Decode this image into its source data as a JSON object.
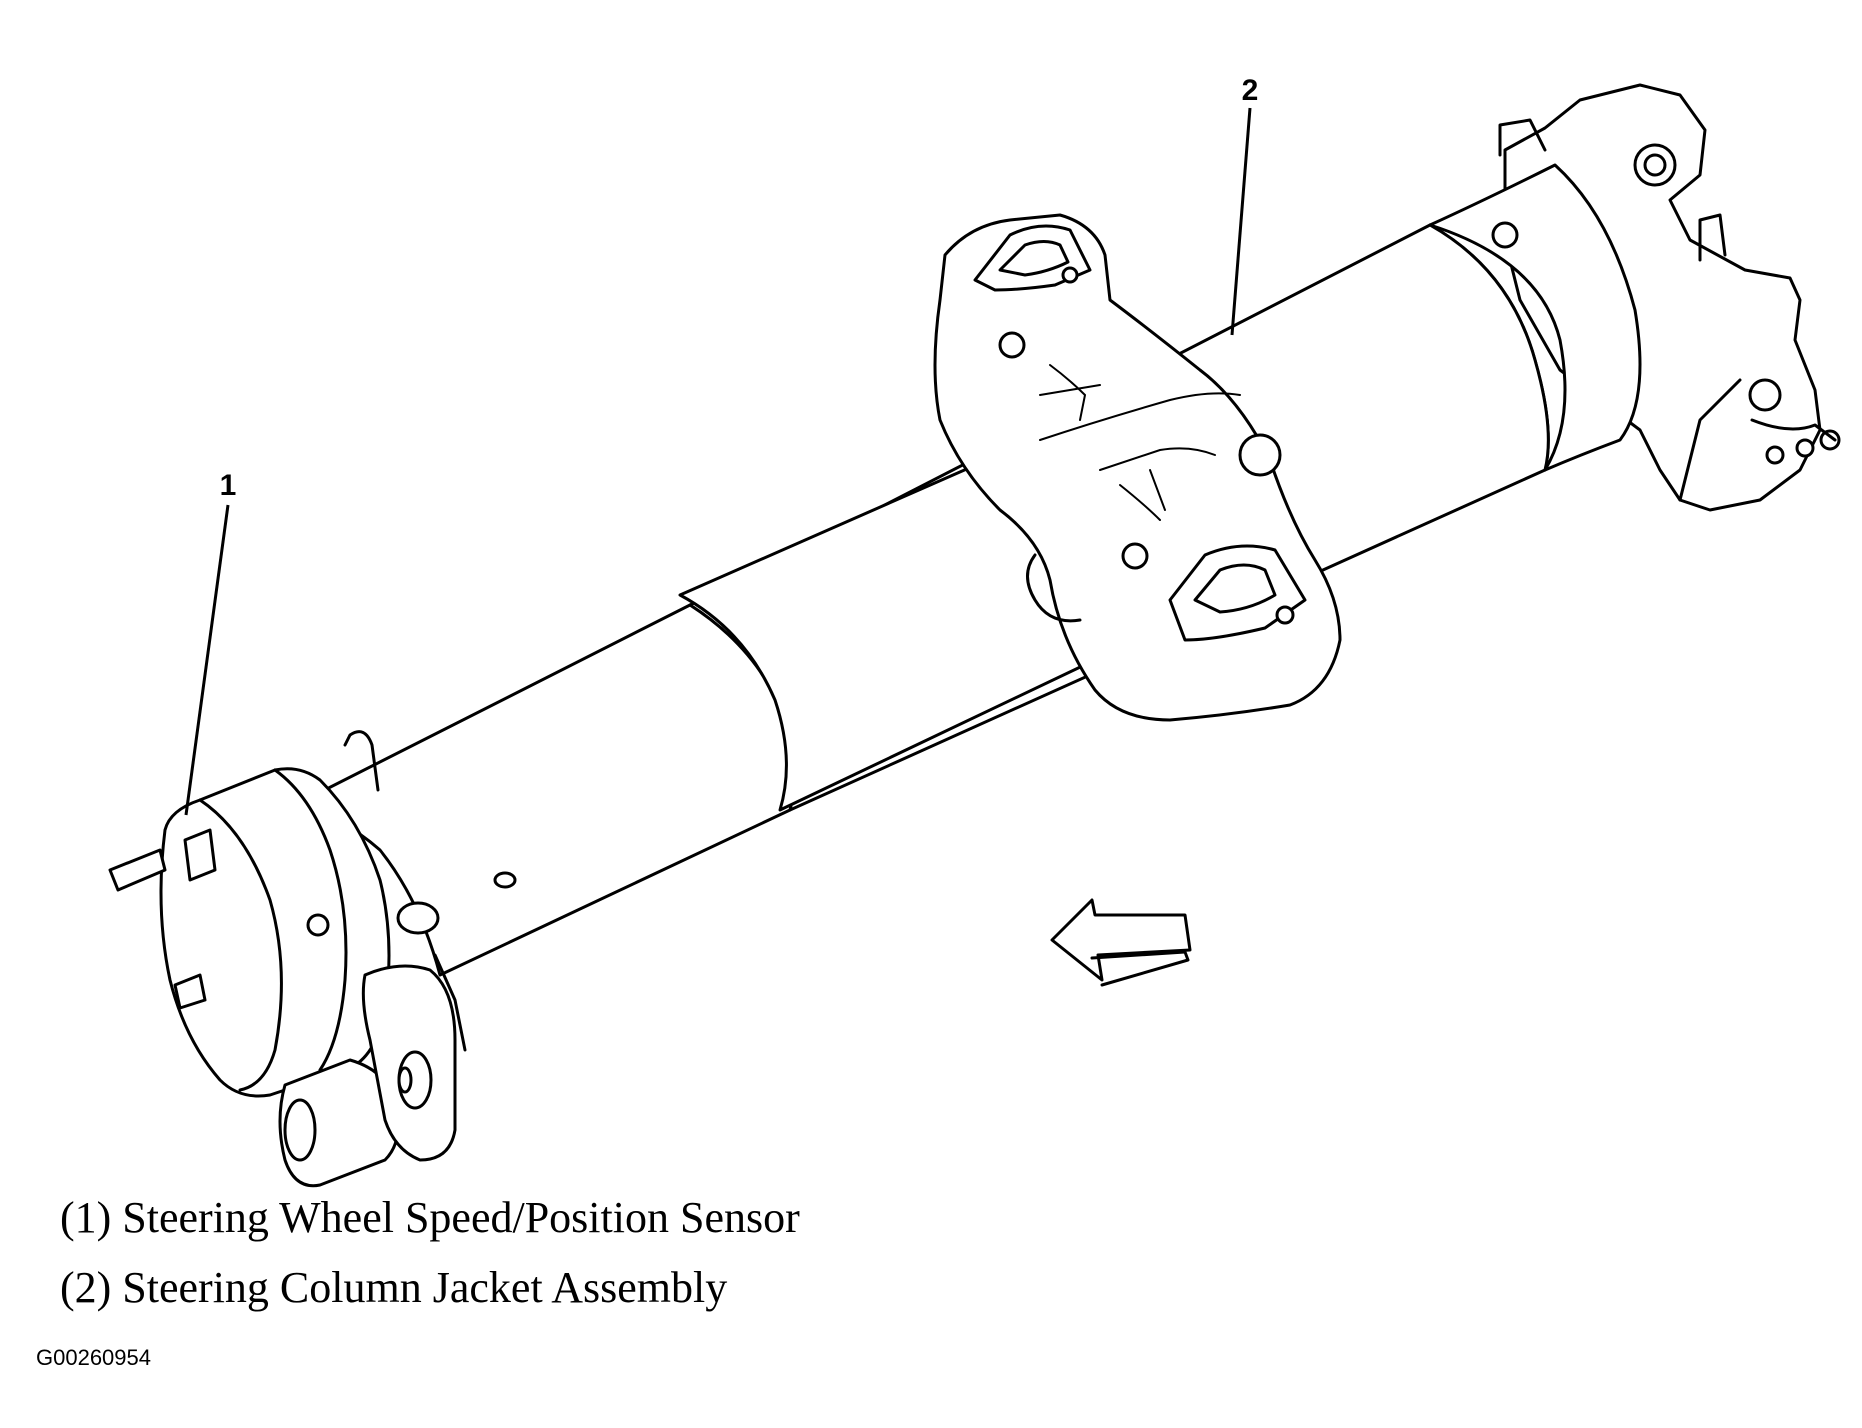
{
  "callouts": [
    {
      "number": "1"
    },
    {
      "number": "2"
    }
  ],
  "legend": [
    {
      "text": "(1) Steering Wheel Speed/Position Sensor"
    },
    {
      "text": "(2) Steering Column Jacket Assembly"
    }
  ],
  "figure_id": "G00260954"
}
